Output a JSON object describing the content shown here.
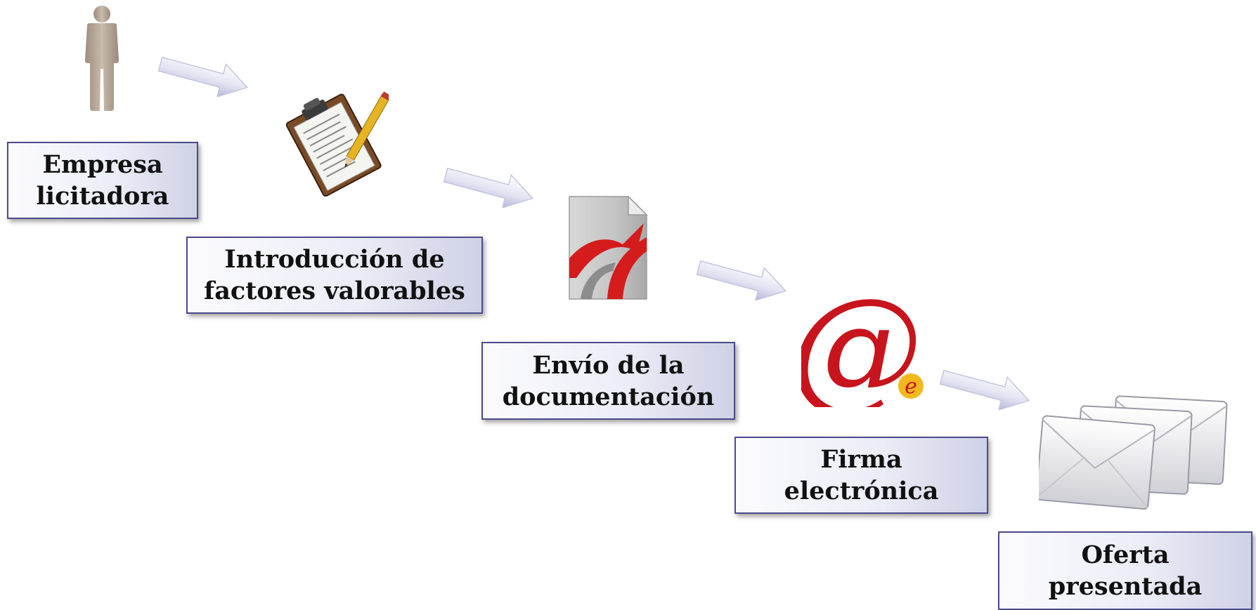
{
  "steps": [
    {
      "line1": "Empresa",
      "line2": "licitadora",
      "icon": "person-icon"
    },
    {
      "line1": "Introducción de",
      "line2": "factores valorables",
      "icon": "clipboard-icon"
    },
    {
      "line1": "Envío de la",
      "line2": "documentación",
      "icon": "pdf-document-icon"
    },
    {
      "line1": "Firma",
      "line2": "electrónica",
      "icon": "at-sign-icon"
    },
    {
      "line1": "Oferta",
      "line2": "presentada",
      "icon": "envelopes-icon"
    }
  ],
  "colors": {
    "box_border": "#4b4a8c",
    "person": "#b8a898",
    "at_sign": "#c8141c",
    "e_badge": "#f2b81e",
    "pdf_red": "#d41c1c"
  }
}
